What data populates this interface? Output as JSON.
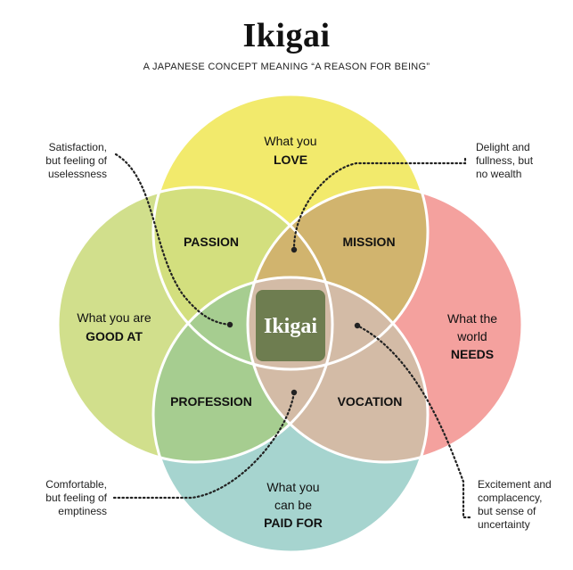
{
  "title": "Ikigai",
  "subtitle": "A JAPANESE CONCEPT MEANING “A REASON FOR BEING”",
  "colors": {
    "love": "#f2ea6c",
    "good_at": "#d1df8c",
    "needs": "#f4a19e",
    "paid_for": "#a6d4cf",
    "passion": "#d3df7e",
    "mission": "#d1b46e",
    "profession": "#a6cd90",
    "vocation": "#d3bba6",
    "center": "#6e7d50"
  },
  "circles": {
    "love": {
      "line1": "What you",
      "line2": "LOVE"
    },
    "good_at": {
      "line1": "What you are",
      "line2": "GOOD AT"
    },
    "needs": {
      "line1": "What the",
      "line2": "world",
      "line3": "NEEDS"
    },
    "paid_for": {
      "line1": "What you",
      "line2": "can be",
      "line3": "PAID FOR"
    }
  },
  "overlaps": {
    "passion": "PASSION",
    "mission": "MISSION",
    "profession": "PROFESSION",
    "vocation": "VOCATION",
    "center": "Ikigai"
  },
  "notes": {
    "top_left": "Satisfaction,\nbut feeling of\nuselessness",
    "top_right": "Delight and\nfullness, but\nno wealth",
    "bottom_left": "Comfortable,\nbut feeling of\nemptiness",
    "bottom_right": "Excitement and\ncomplacency,\nbut sense of\nuncertainty"
  }
}
